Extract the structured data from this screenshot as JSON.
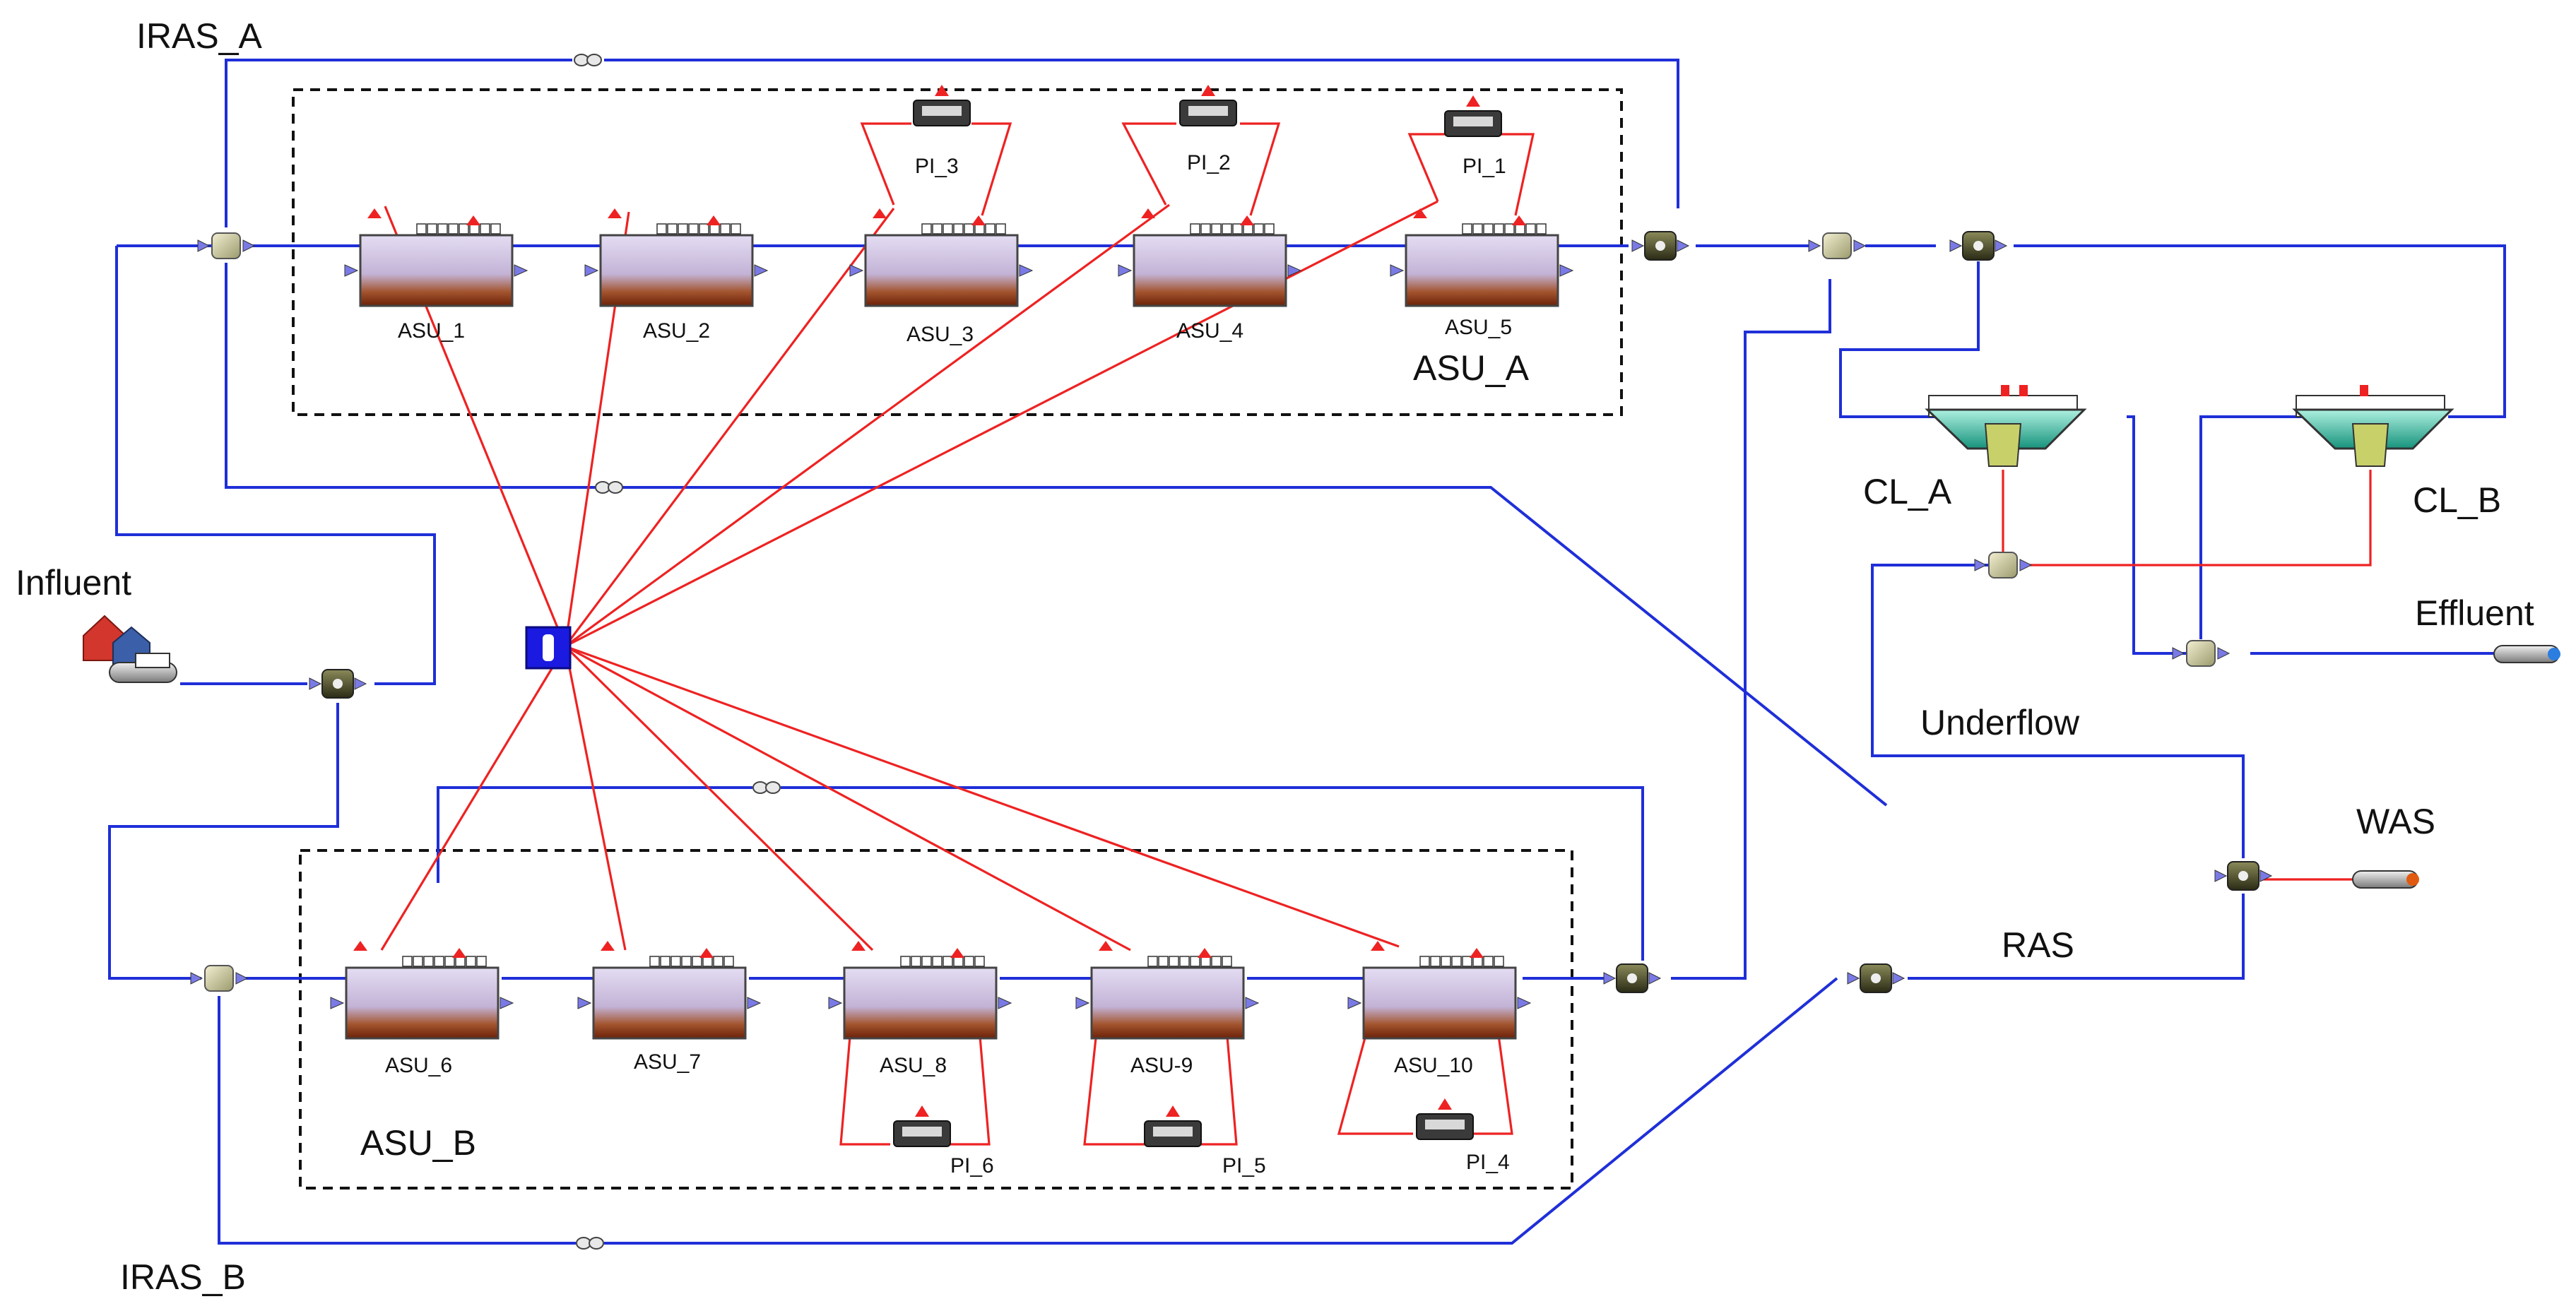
{
  "diagram": {
    "title": "",
    "group_labels": {
      "asu_a": "ASU_A",
      "asu_b": "ASU_B"
    },
    "reactors": [
      "ASU_1",
      "ASU_2",
      "ASU_3",
      "ASU_4",
      "ASU_5",
      "ASU_6",
      "ASU_7",
      "ASU_8",
      "ASU-9",
      "ASU_10"
    ],
    "controllers": [
      "PI_1",
      "PI_2",
      "PI_3",
      "PI_4",
      "PI_5",
      "PI_6"
    ],
    "clarifiers": [
      "CL_A",
      "CL_B"
    ],
    "streams": {
      "iras_a": "IRAS_A",
      "iras_b": "IRAS_B",
      "influent": "Influent",
      "effluent": "Effluent",
      "underflow": "Underflow",
      "was": "WAS",
      "ras": "RAS"
    },
    "colors": {
      "process_pipe": "#1f2fd8",
      "control_signal": "#ee2222",
      "controller_block": "#1a1ae0",
      "reactor_top": "#d9d2ec",
      "reactor_bottom": "#7a2a10",
      "clarifier_fill": "#27b59a"
    },
    "icons": [
      "controller-block-icon",
      "reactor-tank-icon",
      "pi-controller-icon",
      "mixer-icon",
      "splitter-icon",
      "clarifier-icon",
      "influent-house-icon",
      "pipe-outlet-icon",
      "valve-icon"
    ]
  }
}
